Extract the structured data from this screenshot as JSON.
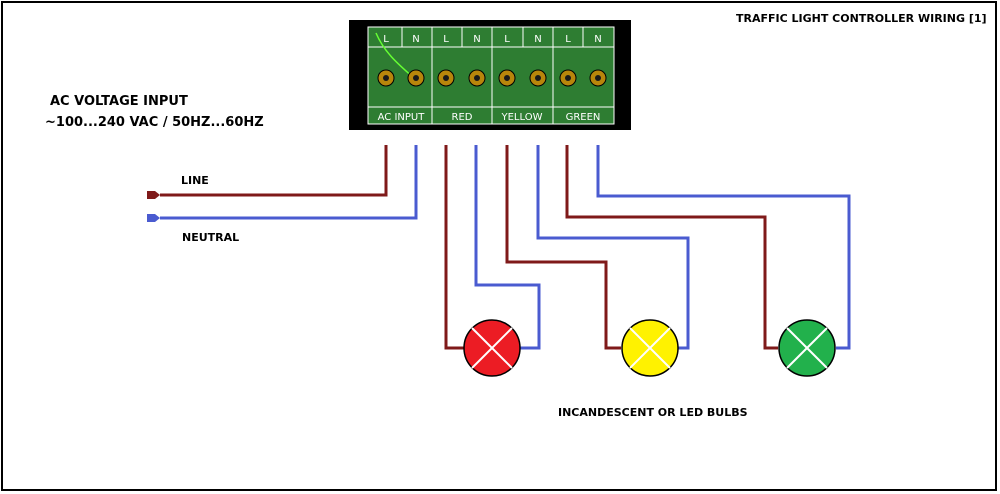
{
  "title": "TRAFFIC LIGHT CONTROLLER WIRING [1]",
  "ac_input": {
    "heading": "AC VOLTAGE INPUT",
    "spec": "~100...240 VAC / 50HZ...60HZ"
  },
  "wires": {
    "line_label": "LINE",
    "neutral_label": "NEUTRAL"
  },
  "terminal_block": {
    "pins": [
      "L",
      "N",
      "L",
      "N",
      "L",
      "N",
      "L",
      "N"
    ],
    "groups": [
      "AC INPUT",
      "RED",
      "YELLOW",
      "GREEN"
    ]
  },
  "bulbs": {
    "caption": "INCANDESCENT OR LED BULBS",
    "items": [
      {
        "name": "red",
        "color": "#ec1c24"
      },
      {
        "name": "yellow",
        "color": "#fff200"
      },
      {
        "name": "green",
        "color": "#22b14c"
      }
    ]
  },
  "colors": {
    "line_wire": "#7f1a1a",
    "neutral_wire": "#4a5bd0",
    "board": "#2e7d32",
    "frame": "#000000"
  }
}
